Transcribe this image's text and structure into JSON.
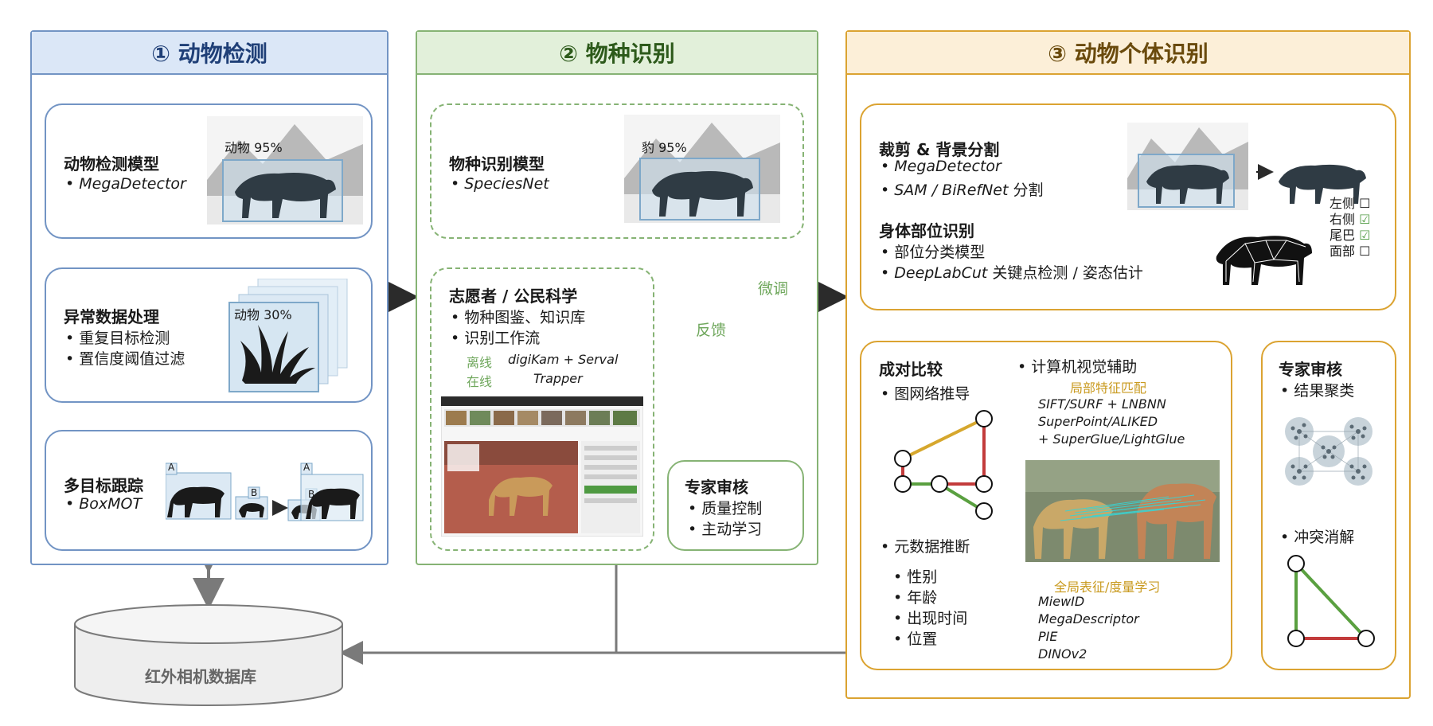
{
  "panel1": {
    "title": "① 动物检测",
    "card_detect": {
      "title": "动物检测模型",
      "item": "MegaDetector",
      "box_label": "动物 95%"
    },
    "card_anomaly": {
      "title": "异常数据处理",
      "items": [
        "重复目标检测",
        "置信度阈值过滤"
      ],
      "box_label": "动物 30%"
    },
    "card_track": {
      "title": "多目标跟踪",
      "item": "BoxMOT",
      "tags": [
        "A",
        "B"
      ]
    }
  },
  "panel2": {
    "title": "② 物种识别",
    "card_model": {
      "title": "物种识别模型",
      "item": "SpeciesNet",
      "box_label": "豹 95%"
    },
    "card_volunteer": {
      "title": "志愿者 / 公民科学",
      "items": [
        "物种图鉴、知识库",
        "识别工作流"
      ],
      "offline_label": "离线",
      "offline_tool": "digiKam + Serval",
      "online_label": "在线",
      "online_tool": "Trapper"
    },
    "card_expert": {
      "title": "专家审核",
      "items": [
        "质量控制",
        "主动学习"
      ]
    },
    "label_finetune": "微调",
    "label_feedback": "反馈"
  },
  "panel3": {
    "title": "③ 动物个体识别",
    "card_top": {
      "seg_title": "裁剪 & 背景分割",
      "seg_items": [
        "MegaDetector",
        "SAM / BiRefNet"
      ],
      "seg_suffix": "分割",
      "part_title": "身体部位识别",
      "part_items": [
        "部位分类模型",
        "DeepLabCut"
      ],
      "part_suffix": "关键点检测 / 姿态估计",
      "checks": [
        {
          "label": "左侧",
          "checked": false
        },
        {
          "label": "右侧",
          "checked": true
        },
        {
          "label": "尾巴",
          "checked": true
        },
        {
          "label": "面部",
          "checked": false
        }
      ]
    },
    "card_pair": {
      "title": "成对比较",
      "graph_item": "图网络推导",
      "meta_item": "元数据推断",
      "meta_list": [
        "性别",
        "年龄",
        "出现时间",
        "位置"
      ],
      "cv_item": "计算机视觉辅助",
      "local_label": "局部特征匹配",
      "local_methods": [
        "SIFT/SURF + LNBNN",
        "SuperPoint/ALIKED",
        "+ SuperGlue/LightGlue"
      ],
      "global_label": "全局表征/度量学习",
      "global_methods": [
        "MiewID",
        "MegaDescriptor",
        "PIE",
        "DINOv2"
      ]
    },
    "card_expert": {
      "title": "专家审核",
      "items": [
        "结果聚类",
        "冲突消解"
      ]
    }
  },
  "database": {
    "label": "红外相机数据库"
  },
  "colors": {
    "blue": "#7294c4",
    "green": "#86b374",
    "orange": "#dba331",
    "gray": "#7a7a7a"
  }
}
